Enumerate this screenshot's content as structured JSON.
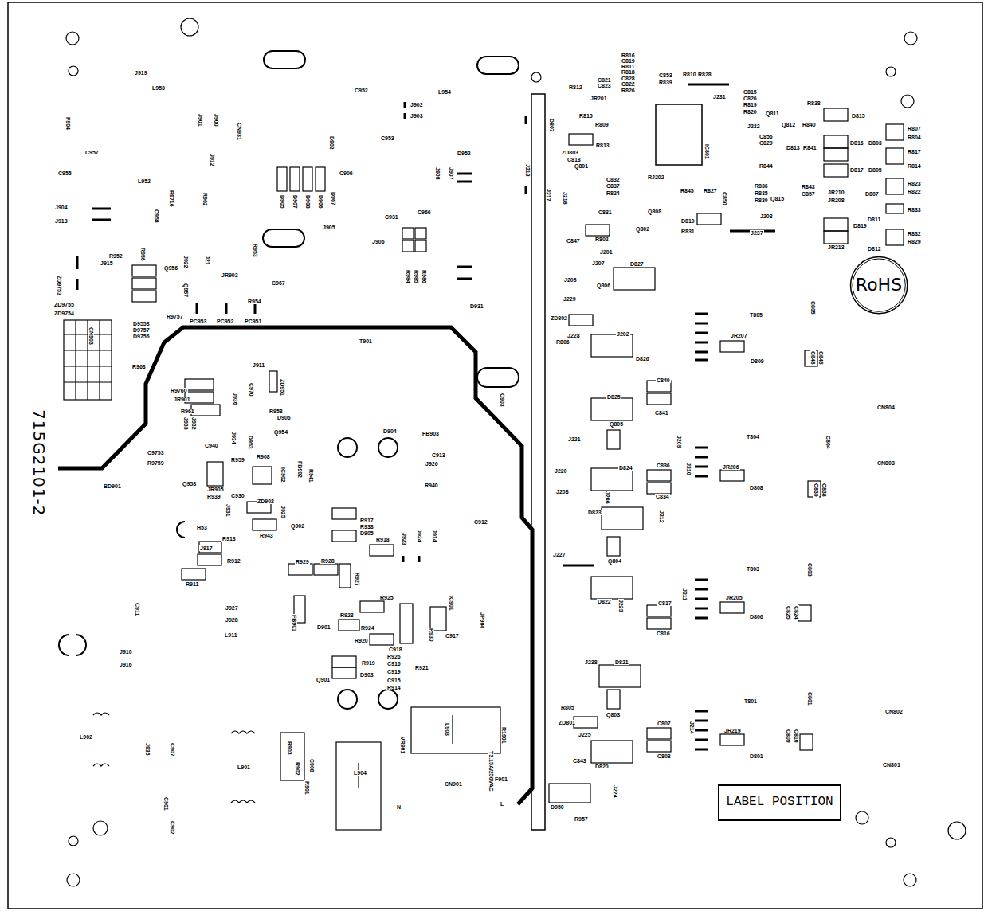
{
  "diagram": {
    "nodes": [
      {
        "text": [
          "RoHS"
        ]
      },
      {
        "text": [
          "LABEL POSITION"
        ]
      }
    ],
    "labels": [
      "J919",
      "L953",
      "C952",
      "L954",
      "F904",
      "J901",
      "J900",
      "CN931",
      "J902",
      "J903",
      "C957",
      "C955",
      "L952",
      "J912",
      "D902",
      "C953",
      "D952",
      "J908",
      "J907",
      "C906",
      "R9716",
      "R962",
      "J905",
      "D905",
      "D907",
      "D908",
      "D906",
      "D967",
      "J904",
      "J913",
      "C958",
      "C931",
      "C966",
      "J906",
      "R952",
      "J915",
      "R956",
      "J922",
      "J21",
      "Q956",
      "JR902",
      "R953",
      "R954",
      "C967",
      "R984",
      "R985",
      "R986",
      "ZD9753",
      "Q957",
      "ZD9755",
      "ZD9754",
      "R9757",
      "D9553",
      "D9757",
      "D9756",
      "PC953",
      "PC952",
      "PC951",
      "CN903",
      "D931",
      "T901",
      "J911",
      "R963",
      "R9760",
      "JR901",
      "R961",
      "J933",
      "J932",
      "J936",
      "C970",
      "ZD951",
      "R958",
      "D906",
      "Q954",
      "C940",
      "J934",
      "D953",
      "R908",
      "C9753",
      "R9759",
      "R959",
      "C903",
      "D904",
      "FB903",
      "C913",
      "J926",
      "R940",
      "IC902",
      "FB902",
      "R941",
      "BD901",
      "Q958",
      "JR905",
      "R939",
      "C930",
      "J931",
      "ZD902",
      "J925",
      "Q902",
      "R943",
      "C912",
      "R917",
      "R938",
      "D905",
      "R918",
      "J923",
      "J924",
      "J914",
      "H53",
      "R913",
      "J917",
      "R912",
      "R929",
      "R928",
      "R927",
      "R911",
      "C911",
      "J927",
      "J928",
      "L911",
      "FB901",
      "R925",
      "R923",
      "R924",
      "D901",
      "IC901",
      "JP904",
      "R930",
      "C917",
      "R920",
      "C918",
      "R926",
      "C916",
      "C919",
      "C915",
      "R914",
      "R919",
      "R921",
      "D903",
      "Q901",
      "J910",
      "J916",
      "L902",
      "J935",
      "C907",
      "L901",
      "R903",
      "R902",
      "C908",
      "R901",
      "L904",
      "VR901",
      "L903",
      "R1901",
      "T3.15A/250VAC",
      "CN901",
      "F901",
      "N",
      "L",
      "C901",
      "C902",
      "715G2101-2",
      "R812",
      "JR201",
      "C821",
      "C823",
      "R816",
      "C819",
      "R811",
      "R818",
      "C828",
      "C822",
      "R826",
      "C853",
      "R839",
      "R810",
      "R828",
      "J231",
      "C815",
      "C826",
      "R819",
      "R820",
      "Q811",
      "R838",
      "D815",
      "Q812",
      "R840",
      "R813",
      "D807",
      "R815",
      "R809",
      "ZD803",
      "C818",
      "Q801",
      "IC801",
      "J232",
      "C856",
      "C829",
      "R844",
      "D813",
      "R841",
      "D816",
      "D803",
      "R807",
      "R804",
      "R817",
      "R814",
      "R823",
      "R822",
      "R833",
      "R832",
      "R829",
      "D817",
      "D805",
      "C832",
      "C837",
      "R824",
      "RJ202",
      "R845",
      "R827",
      "C850",
      "R836",
      "R835",
      "R830",
      "Q815",
      "R843",
      "C857",
      "JR210",
      "JR208",
      "D807",
      "J213",
      "J217",
      "J218",
      "C831",
      "Q808",
      "D810",
      "R831",
      "J203",
      "J237",
      "D811",
      "D819",
      "JR213",
      "D812",
      "Q802",
      "C847",
      "R802",
      "J201",
      "J207",
      "D827",
      "J205",
      "Q806",
      "J229",
      "C805",
      "ZD802",
      "J228",
      "R806",
      "T805",
      "JR207",
      "J202",
      "D826",
      "D809",
      "C846",
      "C845",
      "C840",
      "D825",
      "C841",
      "Q805",
      "CN804",
      "J221",
      "J209",
      "T804",
      "C804",
      "CN803",
      "C836",
      "J220",
      "D824",
      "J210",
      "JR206",
      "J208",
      "J206",
      "C834",
      "D808",
      "C839",
      "C838",
      "D823",
      "J212",
      "J227",
      "Q804",
      "T803",
      "C803",
      "D822",
      "J223",
      "C817",
      "J211",
      "JR205",
      "D806",
      "C825",
      "C824",
      "C816",
      "J238",
      "D821",
      "T801",
      "C801",
      "CN802",
      "R805",
      "Q803",
      "ZD801",
      "J225",
      "C807",
      "J214",
      "JR219",
      "C809",
      "C810",
      "C843",
      "D820",
      "C808",
      "D801",
      "CN801",
      "J224",
      "D950",
      "R957"
    ]
  }
}
